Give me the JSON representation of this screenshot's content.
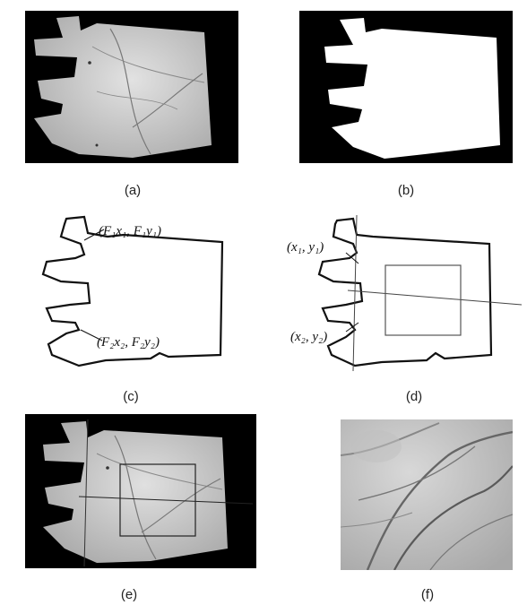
{
  "captions": {
    "a": "(a)",
    "b": "(b)",
    "c": "(c)",
    "d": "(d)",
    "e": "(e)",
    "f": "(f)"
  },
  "points_c": {
    "p1": "(F₁x₁, F₁y₁)",
    "p2": "(F₂x₂, F₂y₂)"
  },
  "points_d": {
    "p1": "(x₁, y₁)",
    "p2": "(x₂, y₂)"
  },
  "colors": {
    "background": "#000000",
    "palm": "#cfcfcf",
    "mask": "#ffffff",
    "contour": "#111111"
  }
}
